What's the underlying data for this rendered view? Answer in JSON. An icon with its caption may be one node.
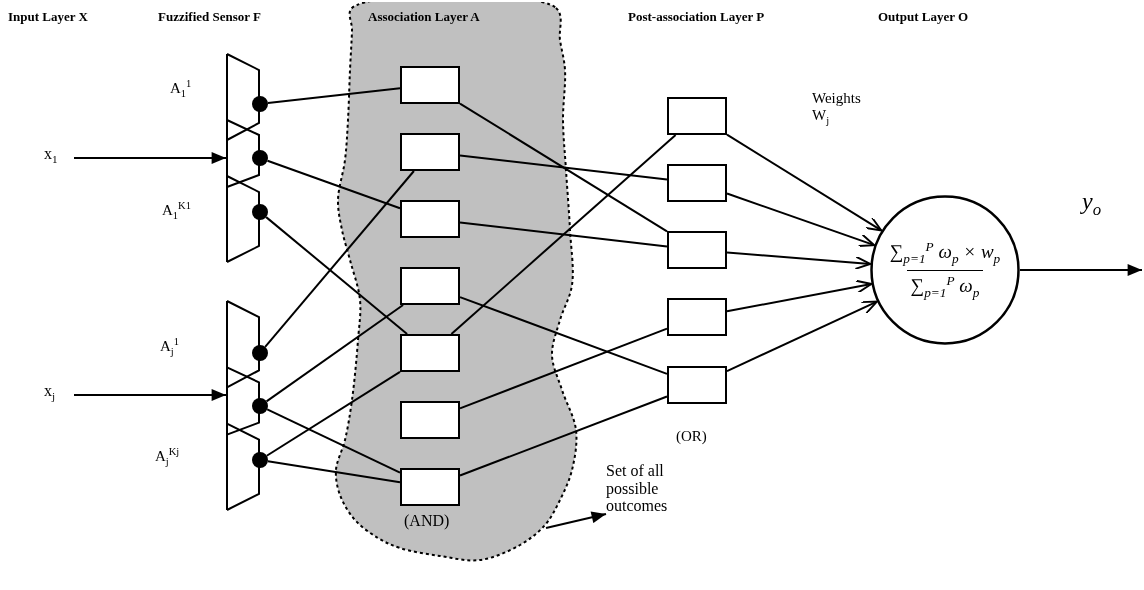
{
  "diagram": {
    "nodes": [
      {
        "text": [
          "x$_{1}$"
        ]
      },
      {
        "text": [],
        "shape": "trapezoid"
      },
      {
        "text": [],
        "shape": "dot"
      },
      {
        "text": [],
        "shape": "dot"
      },
      {
        "text": [],
        "shape": "dot"
      },
      {
        "text": [
          "x$_{j}$"
        ]
      },
      {
        "text": [],
        "shape": "trapezoid"
      },
      {
        "text": [],
        "shape": "dot"
      },
      {
        "text": [],
        "shape": "dot"
      },
      {
        "text": [],
        "shape": "dot"
      },
      {
        "text": [
          "(AND)"
        ]
      },
      {
        "text": [],
        "shape": "box",
        "in": 10
      },
      {
        "text": [],
        "shape": "box",
        "in": 10
      },
      {
        "text": [],
        "shape": "box",
        "in": 10
      },
      {
        "text": [],
        "shape": "box",
        "in": 10
      },
      {
        "text": [],
        "shape": "box",
        "in": 10
      },
      {
        "text": [],
        "shape": "box",
        "in": 10
      },
      {
        "text": [],
        "shape": "box",
        "in": 10
      },
      {
        "text": [],
        "shape": "box"
      },
      {
        "text": [],
        "shape": "box"
      },
      {
        "text": [],
        "shape": "box"
      },
      {
        "text": [],
        "shape": "box"
      },
      {
        "text": [],
        "shape": "box"
      },
      {
        "text": [
          "∑$_{p=1}$$^{P}$ ω$_{p}$ × w$_{p}$",
          "∑$_{p=1}$$^{P}$ ω$_{p}$"
        ]
      },
      {
        "text": [
          "Set of all possible outcomes"
        ]
      }
    ],
    "edges": [
      {
        "from": 0,
        "to": 1,
        "arrow": "to"
      },
      {
        "from": 5,
        "to": 6,
        "arrow": "to"
      },
      {
        "from": 2,
        "to": 11,
        "arrow": "none"
      },
      {
        "from": 3,
        "to": 13,
        "arrow": "none"
      },
      {
        "from": 4,
        "to": 15,
        "arrow": "none"
      },
      {
        "from": 7,
        "to": 12,
        "arrow": "none"
      },
      {
        "from": 8,
        "to": 14,
        "arrow": "none"
      },
      {
        "from": 8,
        "to": 17,
        "arrow": "none"
      },
      {
        "from": 9,
        "to": 15,
        "arrow": "none"
      },
      {
        "from": 9,
        "to": 17,
        "arrow": "none"
      },
      {
        "from": 11,
        "to": 20,
        "arrow": "none"
      },
      {
        "from": 12,
        "to": 19,
        "arrow": "none"
      },
      {
        "from": 13,
        "to": 20,
        "arrow": "none"
      },
      {
        "from": 14,
        "to": 22,
        "arrow": "none"
      },
      {
        "from": 15,
        "to": 18,
        "arrow": "none"
      },
      {
        "from": 16,
        "to": 21,
        "arrow": "none"
      },
      {
        "from": 17,
        "to": 22,
        "arrow": "none"
      },
      {
        "from": 18,
        "to": 23,
        "arrow": "to"
      },
      {
        "from": 19,
        "to": 23,
        "arrow": "to"
      },
      {
        "from": 20,
        "to": 23,
        "arrow": "to"
      },
      {
        "from": 21,
        "to": 23,
        "arrow": "to"
      },
      {
        "from": 22,
        "to": 23,
        "arrow": "to"
      },
      {
        "from": 23,
        "to": null,
        "arrow": "to",
        "label": "y$_{o}$"
      },
      {
        "from": 10,
        "to": 24,
        "arrow": "to"
      }
    ],
    "labels": [
      "Input Layer X",
      "Fuzzified Sensor F",
      "Association Layer A",
      "Post-association Layer P",
      "Output Layer O",
      "A$_{1}$$^{1}$",
      "A$_{1}$$^{K1}$",
      "A$_{j}$$^{1}$",
      "A$_{j}$$^{Kj}$",
      "(OR)",
      "Weights W$_{j}$"
    ]
  }
}
